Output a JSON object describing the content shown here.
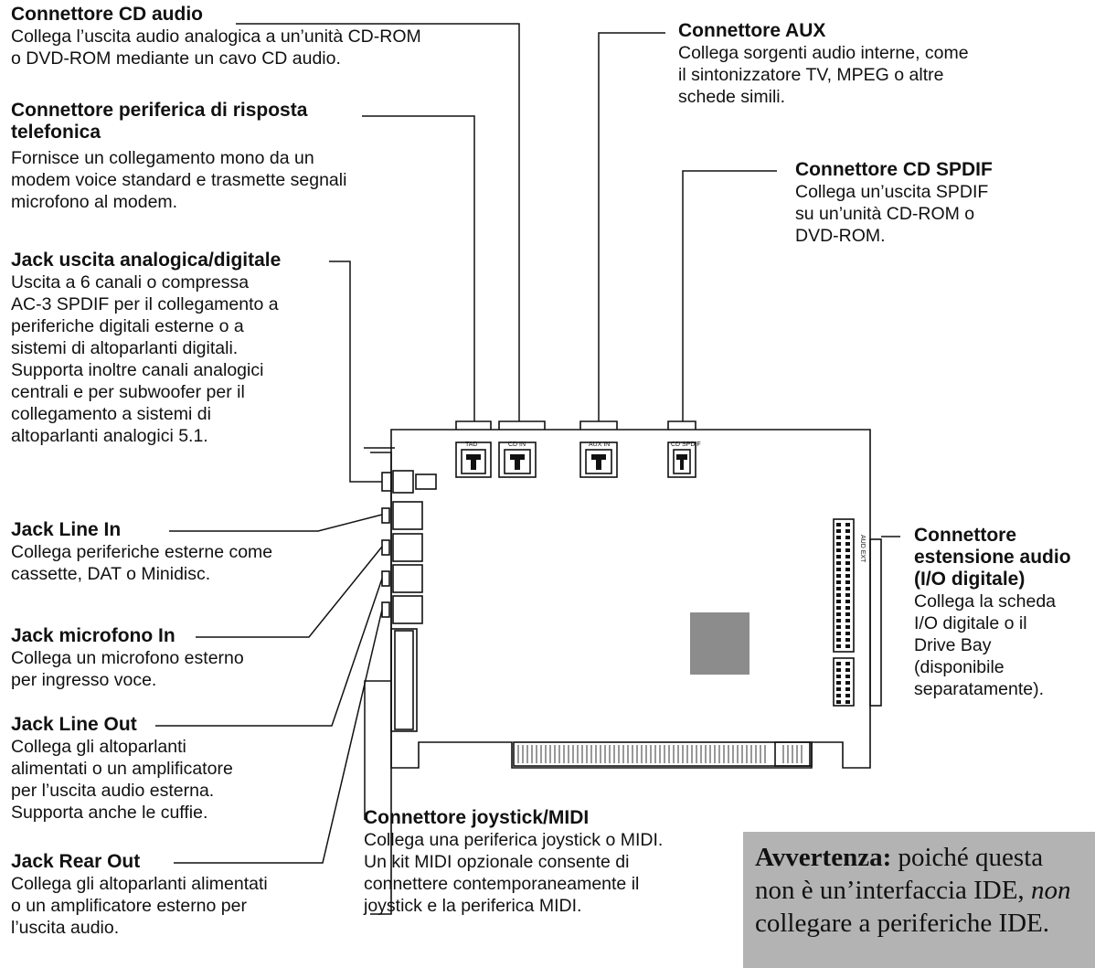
{
  "labels": [
    {
      "id": "cd-audio",
      "title": "Connettore CD audio",
      "description": "Collega l’uscita audio analogica a un’unità CD-ROM\no DVD-ROM mediante un cavo CD audio."
    },
    {
      "id": "tad",
      "title": "Connettore periferica di risposta telefonica",
      "description": "Fornisce un collegamento mono da un\nmodem voice standard e trasmette segnali\nmicrofono al modem."
    },
    {
      "id": "analog-digital-out",
      "title": "Jack uscita analogica/digitale",
      "description": "Uscita a 6 canali o compressa\nAC-3 SPDIF per il collegamento a\nperiferiche digitali esterne o a\nsistemi di altoparlanti digitali.\nSupporta inoltre canali analogici\ncentrali e per subwoofer per il\ncollegamento a sistemi di\naltoparlanti analogici 5.1."
    },
    {
      "id": "line-in",
      "title": "Jack Line In",
      "description": "Collega periferiche esterne come\ncassette, DAT o Minidisc."
    },
    {
      "id": "mic-in",
      "title": "Jack microfono In",
      "description": "Collega un microfono esterno\nper ingresso voce."
    },
    {
      "id": "line-out",
      "title": "Jack Line Out",
      "description": "Collega gli altoparlanti\nalimentati o un amplificatore\nper l’uscita audio esterna.\nSupporta anche le cuffie."
    },
    {
      "id": "rear-out",
      "title": "Jack Rear Out",
      "description": "Collega gli altoparlanti alimentati\no un amplificatore esterno per\nl’uscita audio."
    },
    {
      "id": "aux",
      "title": "Connettore AUX",
      "description": "Collega sorgenti audio interne, come\nil sintonizzatore TV, MPEG o altre\nschede simili."
    },
    {
      "id": "cd-spdif",
      "title": "Connettore CD SPDIF",
      "description": "Collega un’uscita SPDIF\nsu un’unità CD-ROM o\nDVD-ROM."
    },
    {
      "id": "audio-ext",
      "title": "Connettore\nestensione audio\n(I/O digitale)",
      "description": "Collega la scheda\nI/O digitale o il\nDrive Bay\n(disponibile\nseparatamente)."
    },
    {
      "id": "joystick",
      "title": "Connettore joystick/MIDI",
      "description": "Collega una periferica joystick o MIDI.\nUn kit MIDI opzionale consente di\nconnettere contemporaneamente il\njoystick e la periferica MIDI."
    }
  ],
  "board_labels": {
    "tad": "TAD",
    "cd_in": "CD IN",
    "aux_in": "AUX IN",
    "cd_spdif": "CD SPDIF",
    "audio_ext": "AUD EXT"
  },
  "warning": {
    "bold": "Avvertenza:",
    "text_1": " poiché questa non è un’interfaccia IDE, ",
    "italic": "non",
    "text_2": " collegare a periferiche IDE."
  },
  "colors": {
    "board_chip": "#8c8c8c",
    "warning_bg": "#b3b3b3"
  }
}
